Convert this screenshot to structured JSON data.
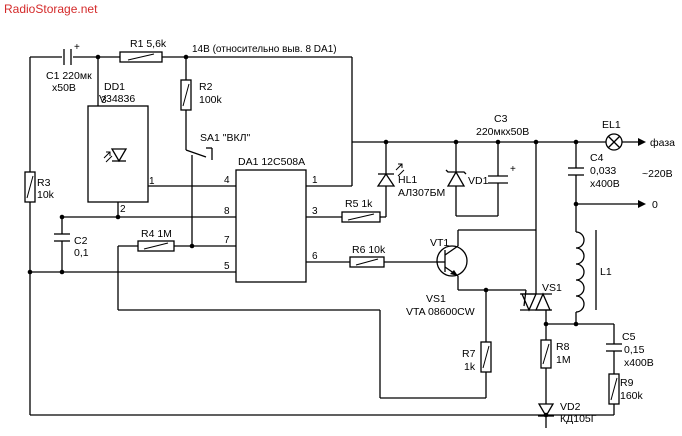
{
  "watermark": "RadioStorage.net",
  "supply_note": "14В (относительно выв. 8 DA1)",
  "components": {
    "C1": {
      "ref": "C1 220мк",
      "value": "х50В",
      "polarity": "+"
    },
    "R1": {
      "ref": "R1 5,6k"
    },
    "DD1": {
      "ref": "DD1",
      "type": "V34836"
    },
    "R2": {
      "ref": "R2",
      "value": "100k"
    },
    "SA1": {
      "ref": "SA1 \"ВКЛ\""
    },
    "R3": {
      "ref": "R3",
      "value": "10k"
    },
    "C2": {
      "ref": "C2",
      "value": "0,1"
    },
    "R4": {
      "ref": "R4 1M"
    },
    "DA1": {
      "ref": "DA1 12C508A"
    },
    "HL1": {
      "ref": "HL1",
      "type": "АЛ307БМ"
    },
    "R5": {
      "ref": "R5 1k"
    },
    "R6": {
      "ref": "R6 10k"
    },
    "VT1": {
      "ref": "VT1"
    },
    "C3": {
      "ref": "C3",
      "value": "220мкх50В",
      "polarity": "+"
    },
    "VD1": {
      "ref": "VD1"
    },
    "VS1": {
      "ref": "VS1",
      "type": "VTA 08600CW"
    },
    "VS1_top": {
      "ref": "VS1"
    },
    "R7": {
      "ref": "R7",
      "value": "1k"
    },
    "R8": {
      "ref": "R8",
      "value": "1M"
    },
    "VD2": {
      "ref": "VD2",
      "type": "КД105Г"
    },
    "EL1": {
      "ref": "EL1"
    },
    "C4": {
      "ref": "C4",
      "value1": "0,033",
      "value2": "х400В"
    },
    "L1": {
      "ref": "L1"
    },
    "C5": {
      "ref": "C5",
      "value1": "0,15",
      "value2": "х400В"
    },
    "R9": {
      "ref": "R9",
      "value": "160k"
    }
  },
  "pins": {
    "dd1": [
      "3",
      "1",
      "2"
    ],
    "da1_left": [
      "4",
      "8",
      "7",
      "5"
    ],
    "da1_right": [
      "1",
      "3",
      "6"
    ]
  },
  "mains": {
    "phase": "фаза",
    "voltage": "~220В",
    "neutral": "0"
  }
}
